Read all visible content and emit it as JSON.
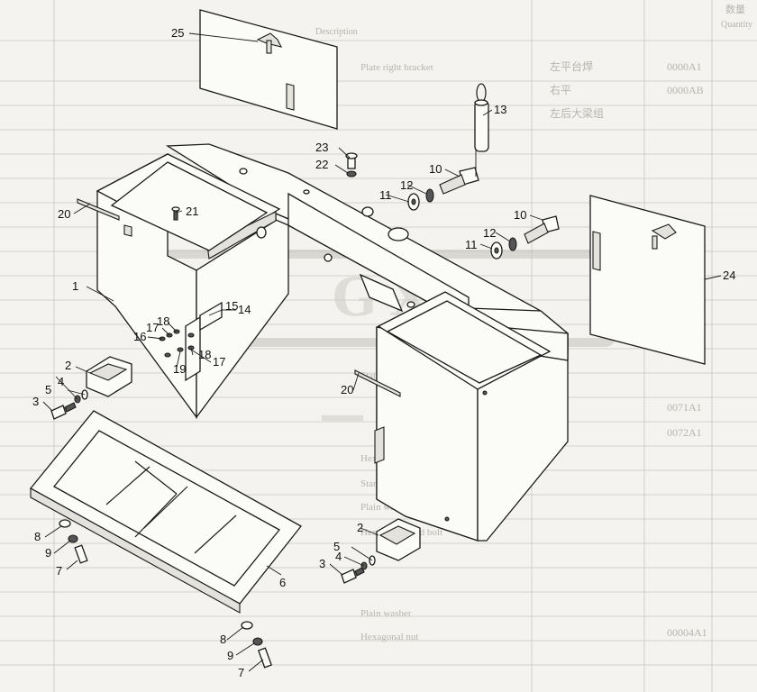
{
  "diagram": {
    "callouts": [
      {
        "id": "c25",
        "label": "25"
      },
      {
        "id": "c13",
        "label": "13"
      },
      {
        "id": "c10a",
        "label": "10"
      },
      {
        "id": "c23",
        "label": "23"
      },
      {
        "id": "c22",
        "label": "22"
      },
      {
        "id": "c11a",
        "label": "11"
      },
      {
        "id": "c12a",
        "label": "12"
      },
      {
        "id": "c10b",
        "label": "10"
      },
      {
        "id": "c11b",
        "label": "11"
      },
      {
        "id": "c12b",
        "label": "12"
      },
      {
        "id": "c24",
        "label": "24"
      },
      {
        "id": "c20a",
        "label": "20"
      },
      {
        "id": "c21",
        "label": "21"
      },
      {
        "id": "c1",
        "label": "1"
      },
      {
        "id": "c15",
        "label": "15"
      },
      {
        "id": "c14",
        "label": "14"
      },
      {
        "id": "c18a",
        "label": "18"
      },
      {
        "id": "c17a",
        "label": "17"
      },
      {
        "id": "c16",
        "label": "16"
      },
      {
        "id": "c18b",
        "label": "18"
      },
      {
        "id": "c17b",
        "label": "17"
      },
      {
        "id": "c19",
        "label": "19"
      },
      {
        "id": "c2a",
        "label": "2"
      },
      {
        "id": "c20b",
        "label": "20"
      },
      {
        "id": "c2b",
        "label": "2"
      },
      {
        "id": "c5a",
        "label": "5"
      },
      {
        "id": "c4a",
        "label": "4"
      },
      {
        "id": "c3a",
        "label": "3"
      },
      {
        "id": "c4b",
        "label": "4"
      },
      {
        "id": "c5b",
        "label": "5"
      },
      {
        "id": "c3b",
        "label": "3"
      },
      {
        "id": "c8a",
        "label": "8"
      },
      {
        "id": "c9a",
        "label": "9"
      },
      {
        "id": "c7a",
        "label": "7"
      },
      {
        "id": "c6",
        "label": "6"
      },
      {
        "id": "c8b",
        "label": "8"
      },
      {
        "id": "c9b",
        "label": "9"
      },
      {
        "id": "c7b",
        "label": "7"
      }
    ]
  },
  "background_table": {
    "header_cn": "数量",
    "header_en": "Quantity",
    "description_label": "Description",
    "rows": [
      "左平台焊",
      "右平",
      "左后大梁组"
    ],
    "rows_en": [
      "Plate right bracket",
      "Station pin",
      "Hexagonal head bolt",
      "Standard spring washer",
      "Plain washer",
      "Hexagonal head bolt",
      "Plain washer",
      "Hexagonal nut"
    ],
    "codes": [
      "0000A1",
      "0000AB",
      "0071A1",
      "0072A1",
      "00004A1"
    ]
  }
}
